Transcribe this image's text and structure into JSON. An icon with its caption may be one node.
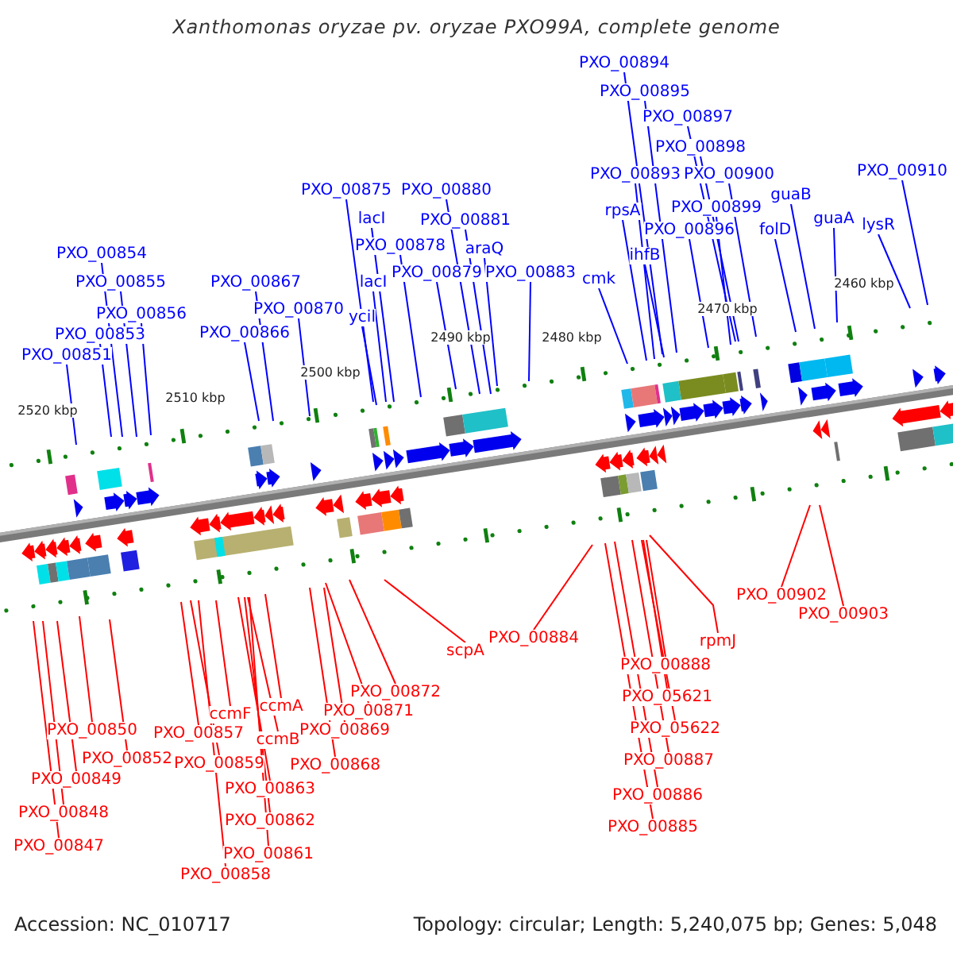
{
  "diagram": {
    "title": "Xanthomonas oryzae pv. oryzae PXO99A, complete genome",
    "nodes": [
      {
        "text": [
          "PXO_00894"
        ]
      },
      {
        "text": [
          "PXO_00895"
        ]
      },
      {
        "text": [
          "PXO_00897"
        ]
      },
      {
        "text": [
          "PXO_00898"
        ]
      },
      {
        "text": [
          "PXO_00910"
        ]
      },
      {
        "text": [
          "PXO_00893"
        ]
      },
      {
        "text": [
          "PXO_00900"
        ]
      },
      {
        "text": [
          "PXO_00875"
        ]
      },
      {
        "text": [
          "PXO_00880"
        ]
      },
      {
        "text": [
          "guaB"
        ]
      },
      {
        "text": [
          "PXO_00899"
        ]
      },
      {
        "text": [
          "rpsA"
        ]
      },
      {
        "text": [
          "lacI"
        ]
      },
      {
        "text": [
          "PXO_00881"
        ]
      },
      {
        "text": [
          "guaA"
        ]
      },
      {
        "text": [
          "lysR"
        ]
      },
      {
        "text": [
          "PXO_00896"
        ]
      },
      {
        "text": [
          "folD"
        ]
      },
      {
        "text": [
          "PXO_00878"
        ]
      },
      {
        "text": [
          "araQ"
        ]
      },
      {
        "text": [
          "PXO_00854"
        ]
      },
      {
        "text": [
          "ihfB"
        ]
      },
      {
        "text": [
          "PXO_00879"
        ]
      },
      {
        "text": [
          "PXO_00883"
        ]
      },
      {
        "text": [
          "cmk"
        ]
      },
      {
        "text": [
          "PXO_00855"
        ]
      },
      {
        "text": [
          "PXO_00867"
        ]
      },
      {
        "text": [
          "lacI"
        ]
      },
      {
        "text": [
          "PXO_00870"
        ]
      },
      {
        "text": [
          "PXO_00856"
        ]
      },
      {
        "text": [
          "ycil"
        ]
      },
      {
        "text": [
          "PXO_00866"
        ]
      },
      {
        "text": [
          "PXO_00853"
        ]
      },
      {
        "text": [
          "PXO_00851"
        ]
      },
      {
        "text": [
          "PXO_00902"
        ]
      },
      {
        "text": [
          "PXO_00903"
        ]
      },
      {
        "text": [
          "PXO_00884"
        ]
      },
      {
        "text": [
          "rpmJ"
        ]
      },
      {
        "text": [
          "scpA"
        ]
      },
      {
        "text": [
          "PXO_00888"
        ]
      },
      {
        "text": [
          "PXO_00872"
        ]
      },
      {
        "text": [
          "PXO_05621"
        ]
      },
      {
        "text": [
          "ccmA"
        ]
      },
      {
        "text": [
          "PXO_00871"
        ]
      },
      {
        "text": [
          "ccmF"
        ]
      },
      {
        "text": [
          "PXO_00850"
        ]
      },
      {
        "text": [
          "PXO_00869"
        ]
      },
      {
        "text": [
          "PXO_05622"
        ]
      },
      {
        "text": [
          "PXO_00857"
        ]
      },
      {
        "text": [
          "ccmB"
        ]
      },
      {
        "text": [
          "PXO_00852"
        ]
      },
      {
        "text": [
          "PXO_00887"
        ]
      },
      {
        "text": [
          "PXO_00859"
        ]
      },
      {
        "text": [
          "PXO_00868"
        ]
      },
      {
        "text": [
          "PXO_00849"
        ]
      },
      {
        "text": [
          "PXO_00863"
        ]
      },
      {
        "text": [
          "PXO_00886"
        ]
      },
      {
        "text": [
          "PXO_00848"
        ]
      },
      {
        "text": [
          "PXO_00862"
        ]
      },
      {
        "text": [
          "PXO_00885"
        ]
      },
      {
        "text": [
          "PXO_00847"
        ]
      },
      {
        "text": [
          "PXO_00861"
        ]
      },
      {
        "text": [
          "PXO_00858"
        ]
      }
    ],
    "edges": [
      {
        "from": 0,
        "to": null,
        "arrow": "none"
      },
      {
        "from": 1,
        "to": null,
        "arrow": "none"
      },
      {
        "from": 2,
        "to": null,
        "arrow": "none"
      },
      {
        "from": 3,
        "to": null,
        "arrow": "none"
      },
      {
        "from": 4,
        "to": null,
        "arrow": "none"
      },
      {
        "from": 5,
        "to": null,
        "arrow": "none"
      },
      {
        "from": 6,
        "to": null,
        "arrow": "none"
      },
      {
        "from": 7,
        "to": null,
        "arrow": "none"
      },
      {
        "from": 8,
        "to": null,
        "arrow": "none"
      },
      {
        "from": 9,
        "to": null,
        "arrow": "none"
      },
      {
        "from": 10,
        "to": null,
        "arrow": "none"
      },
      {
        "from": 11,
        "to": null,
        "arrow": "none"
      },
      {
        "from": 12,
        "to": null,
        "arrow": "none"
      },
      {
        "from": 13,
        "to": null,
        "arrow": "none"
      },
      {
        "from": 14,
        "to": null,
        "arrow": "none"
      },
      {
        "from": 15,
        "to": null,
        "arrow": "none"
      },
      {
        "from": 16,
        "to": null,
        "arrow": "none"
      },
      {
        "from": 17,
        "to": null,
        "arrow": "none"
      },
      {
        "from": 18,
        "to": null,
        "arrow": "none"
      },
      {
        "from": 19,
        "to": null,
        "arrow": "none"
      },
      {
        "from": 20,
        "to": null,
        "arrow": "none"
      },
      {
        "from": 21,
        "to": null,
        "arrow": "none"
      },
      {
        "from": 22,
        "to": null,
        "arrow": "none"
      },
      {
        "from": 23,
        "to": null,
        "arrow": "none"
      },
      {
        "from": 24,
        "to": null,
        "arrow": "none"
      },
      {
        "from": 25,
        "to": null,
        "arrow": "none"
      },
      {
        "from": 26,
        "to": null,
        "arrow": "none"
      },
      {
        "from": 27,
        "to": null,
        "arrow": "none"
      },
      {
        "from": 28,
        "to": null,
        "arrow": "none"
      },
      {
        "from": 29,
        "to": null,
        "arrow": "none"
      },
      {
        "from": 30,
        "to": null,
        "arrow": "none"
      },
      {
        "from": 31,
        "to": null,
        "arrow": "none"
      },
      {
        "from": 32,
        "to": null,
        "arrow": "none"
      },
      {
        "from": 33,
        "to": null,
        "arrow": "none"
      },
      {
        "from": 34,
        "to": null,
        "arrow": "none",
        "color": "#ff0000"
      },
      {
        "from": 35,
        "to": null,
        "arrow": "none",
        "color": "#ff0000"
      },
      {
        "from": 36,
        "to": null,
        "arrow": "none",
        "color": "#ff0000"
      },
      {
        "from": 37,
        "to": null,
        "arrow": "none",
        "color": "#ff0000"
      },
      {
        "from": 38,
        "to": null,
        "arrow": "none",
        "color": "#ff0000"
      },
      {
        "from": 39,
        "to": null,
        "arrow": "none",
        "color": "#ff0000"
      },
      {
        "from": 40,
        "to": null,
        "arrow": "none",
        "color": "#ff0000"
      },
      {
        "from": 41,
        "to": null,
        "arrow": "none",
        "color": "#ff0000"
      },
      {
        "from": 42,
        "to": null,
        "arrow": "none",
        "color": "#ff0000"
      },
      {
        "from": 43,
        "to": null,
        "arrow": "none",
        "color": "#ff0000"
      },
      {
        "from": 44,
        "to": null,
        "arrow": "none",
        "color": "#ff0000"
      },
      {
        "from": 45,
        "to": null,
        "arrow": "none",
        "color": "#ff0000"
      },
      {
        "from": 46,
        "to": null,
        "arrow": "none",
        "color": "#ff0000"
      },
      {
        "from": 47,
        "to": null,
        "arrow": "none",
        "color": "#ff0000"
      },
      {
        "from": 48,
        "to": null,
        "arrow": "none",
        "color": "#ff0000"
      },
      {
        "from": 49,
        "to": null,
        "arrow": "none",
        "color": "#ff0000"
      },
      {
        "from": 50,
        "to": null,
        "arrow": "none",
        "color": "#ff0000"
      },
      {
        "from": 51,
        "to": null,
        "arrow": "none",
        "color": "#ff0000"
      },
      {
        "from": 52,
        "to": null,
        "arrow": "none",
        "color": "#ff0000"
      },
      {
        "from": 53,
        "to": null,
        "arrow": "none",
        "color": "#ff0000"
      },
      {
        "from": 54,
        "to": null,
        "arrow": "none",
        "color": "#ff0000"
      },
      {
        "from": 55,
        "to": null,
        "arrow": "none",
        "color": "#ff0000"
      },
      {
        "from": 56,
        "to": null,
        "arrow": "none",
        "color": "#ff0000"
      },
      {
        "from": 57,
        "to": null,
        "arrow": "none",
        "color": "#ff0000"
      },
      {
        "from": 58,
        "to": null,
        "arrow": "none",
        "color": "#ff0000"
      },
      {
        "from": 59,
        "to": null,
        "arrow": "none",
        "color": "#ff0000"
      },
      {
        "from": 60,
        "to": null,
        "arrow": "none",
        "color": "#ff0000"
      },
      {
        "from": 61,
        "to": null,
        "arrow": "none",
        "color": "#ff0000"
      },
      {
        "from": 62,
        "to": null,
        "arrow": "none",
        "color": "#ff0000"
      }
    ],
    "labels": [
      "2460 kbp",
      "2470 kbp",
      "2480 kbp",
      "2490 kbp",
      "2500 kbp",
      "2510 kbp",
      "2520 kbp",
      "Accession: NC_010717",
      "Topology: circular; Length: 5,240,075 bp; Genes: 5,048"
    ]
  }
}
